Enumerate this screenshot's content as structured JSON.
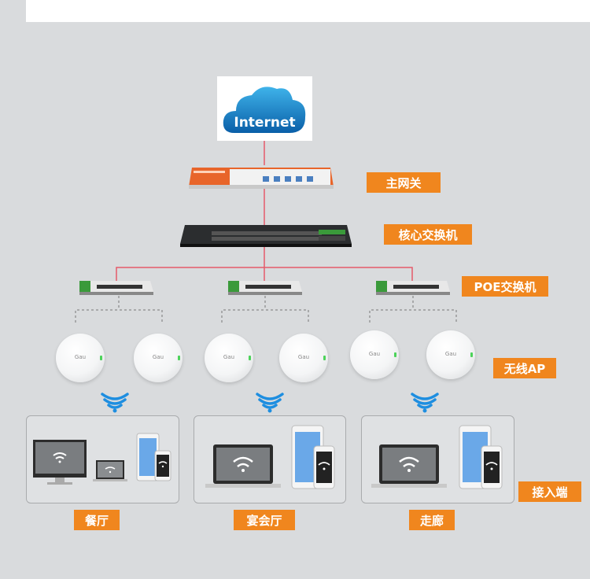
{
  "internet": {
    "label": "Internet"
  },
  "labels": {
    "gateway": "主网关",
    "core_switch": "核心交换机",
    "poe_switch": "POE交换机",
    "wireless_ap": "无线AP",
    "access": "接入端"
  },
  "areas": [
    {
      "name": "餐厅"
    },
    {
      "name": "宴会厅"
    },
    {
      "name": "走廊"
    }
  ],
  "ap_brand": "Gau",
  "colors": {
    "accent": "#f0861e",
    "link": "#e55a6a",
    "poe_green": "#3a9a3a",
    "gateway_orange": "#e8652a"
  }
}
